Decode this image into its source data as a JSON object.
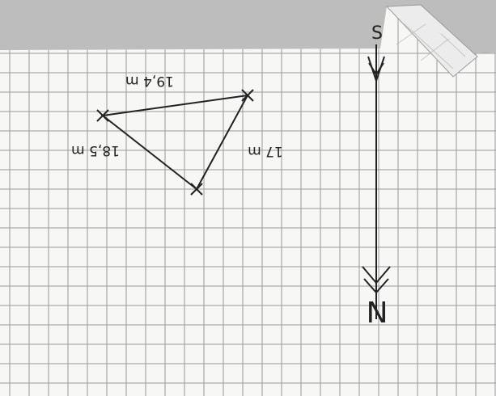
{
  "figure": {
    "side_labels": {
      "top": "19,4 m",
      "left": "18,5 m",
      "right": "17 m"
    },
    "compass": {
      "north_letter": "N",
      "south_letter": "S"
    },
    "colors": {
      "paper": "#f7f7f5",
      "grid": "#9a9a9a",
      "ink": "#222222",
      "background": "#c9c9c9"
    }
  }
}
